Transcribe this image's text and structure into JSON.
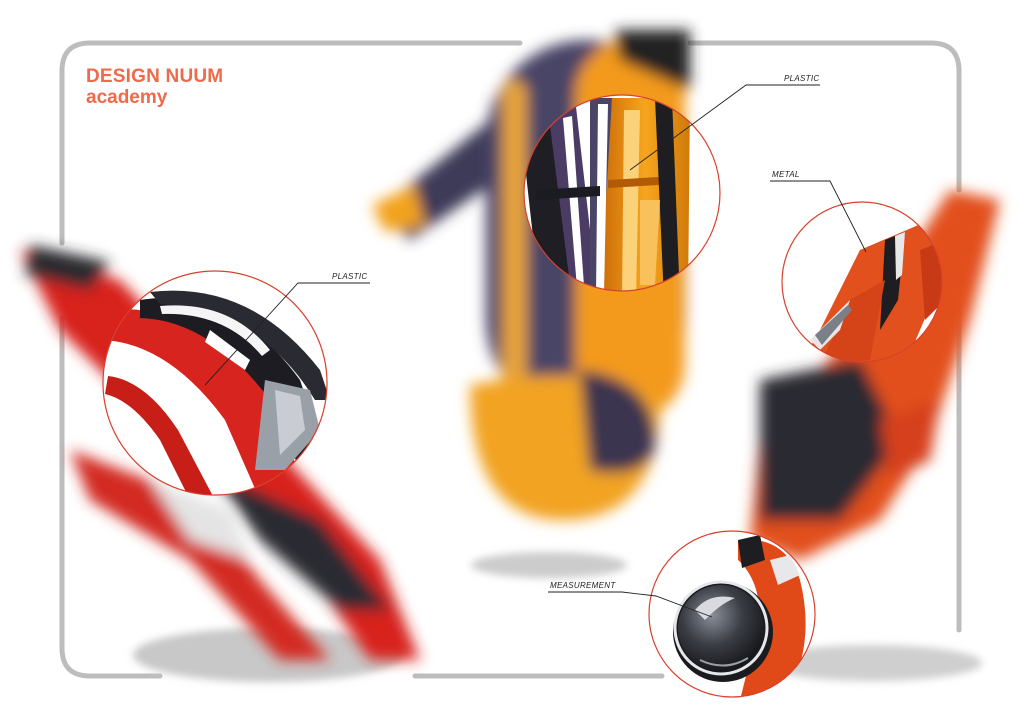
{
  "brand": {
    "line1": "DESIGN NUUM",
    "line2": "academy",
    "color": "#ee6a4a"
  },
  "callouts": {
    "top": "PLASTIC",
    "left": "PLASTIC",
    "right": "METAL",
    "bottom": "MEASUREMENT"
  },
  "colors": {
    "frame": "#bdbdbd",
    "circle_stroke": "#d8402c",
    "orange": "#f39a1c",
    "purple": "#4a4466",
    "red": "#d8241e",
    "dark": "#1c1c22"
  }
}
